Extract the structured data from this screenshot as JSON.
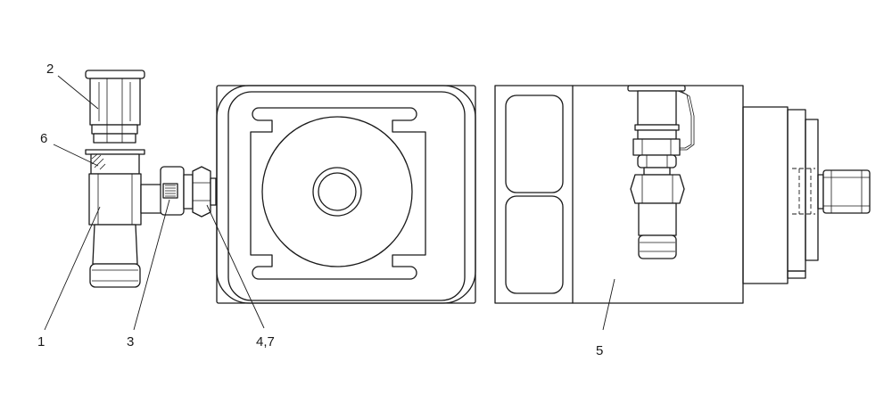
{
  "callouts": {
    "c1": "1",
    "c2": "2",
    "c3": "3",
    "c47": "4,7",
    "c5": "5",
    "c6": "6"
  }
}
